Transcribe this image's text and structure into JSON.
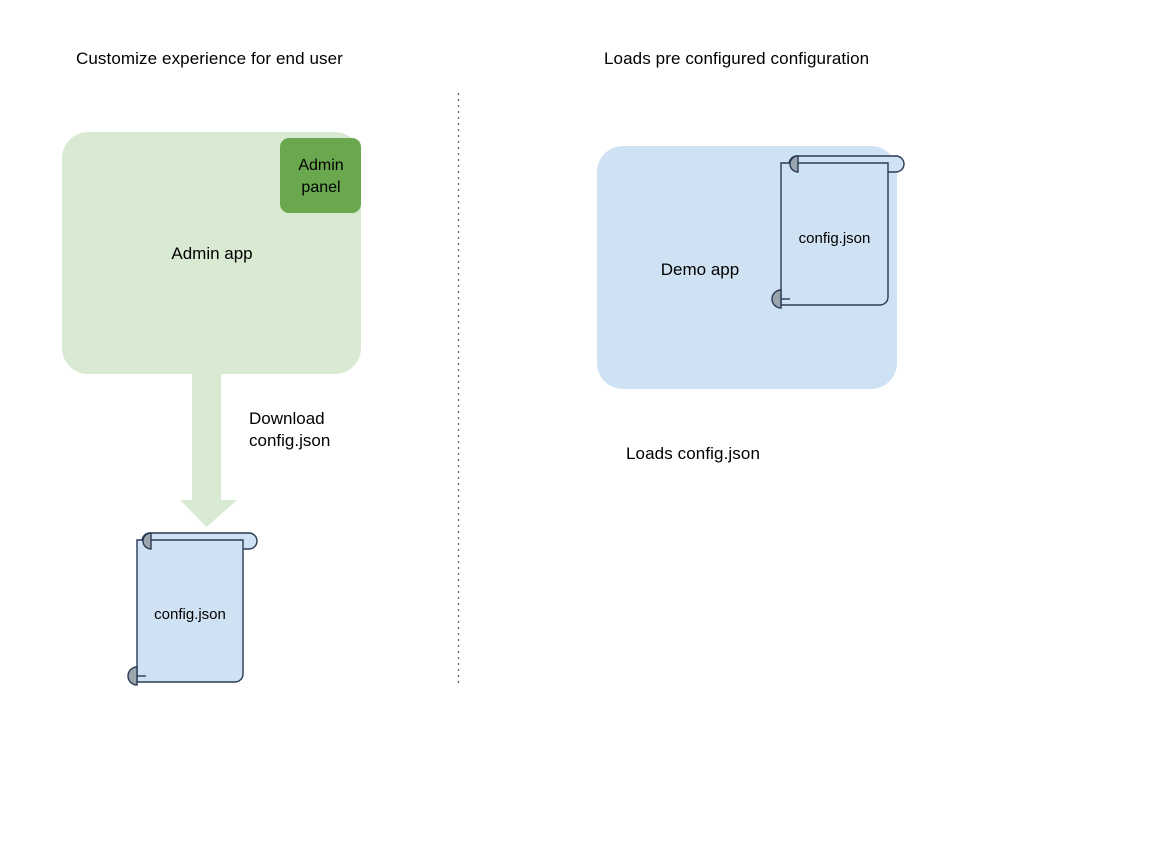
{
  "diagram": {
    "title_left": "Customize experience for end user",
    "title_right": "Loads pre configured configuration",
    "divider": {
      "style": "dotted-vertical"
    },
    "colors": {
      "admin_app_fill": "#d9ead3",
      "admin_panel_fill": "#6aa84f",
      "demo_app_fill": "#cfe2f3",
      "document_fill": "#cfe2f3",
      "document_stroke": "#2b3a55",
      "curl_fill": "#9aa5ae",
      "arrow_fill": "#d9ead3",
      "text": "#000000",
      "divider": "#6b6b6b"
    },
    "left_column": {
      "app_box_label": "Admin app",
      "panel_box_label_line1": "Admin",
      "panel_box_label_line2": "panel",
      "arrow_label_line1": "Download",
      "arrow_label_line2": "config.json",
      "document_label": "config.json"
    },
    "right_column": {
      "app_box_label": "Demo app",
      "document_label": "config.json",
      "caption": "Loads config.json"
    }
  }
}
